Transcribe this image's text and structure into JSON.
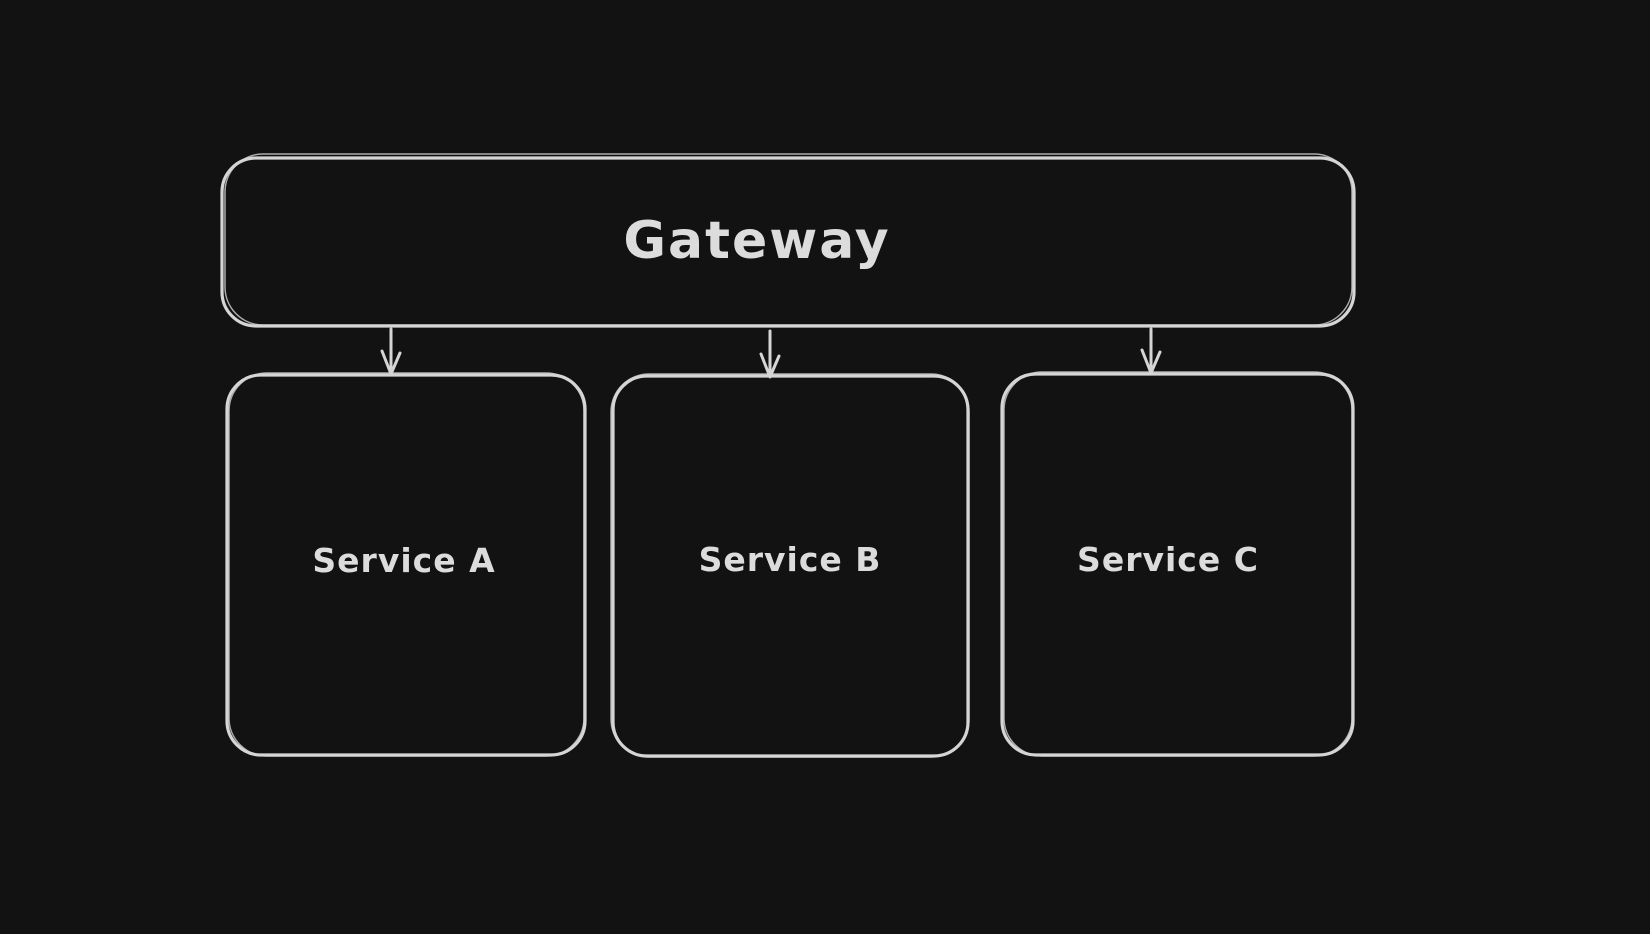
{
  "canvas": {
    "background_color": "#121212",
    "stroke_color": "#d5d5d5",
    "text_color": "#dcdcdc",
    "style": "hand-drawn-sketch"
  },
  "nodes": [
    {
      "id": "gateway",
      "label": "Gateway",
      "shape": "rounded-rectangle"
    },
    {
      "id": "service-a",
      "label": "Service A",
      "shape": "rounded-rectangle"
    },
    {
      "id": "service-b",
      "label": "Service B",
      "shape": "rounded-rectangle"
    },
    {
      "id": "service-c",
      "label": "Service C",
      "shape": "rounded-rectangle"
    }
  ],
  "edges": [
    {
      "from": "gateway",
      "to": "service-a",
      "type": "arrow-down"
    },
    {
      "from": "gateway",
      "to": "service-b",
      "type": "arrow-down"
    },
    {
      "from": "gateway",
      "to": "service-c",
      "type": "arrow-down"
    }
  ]
}
